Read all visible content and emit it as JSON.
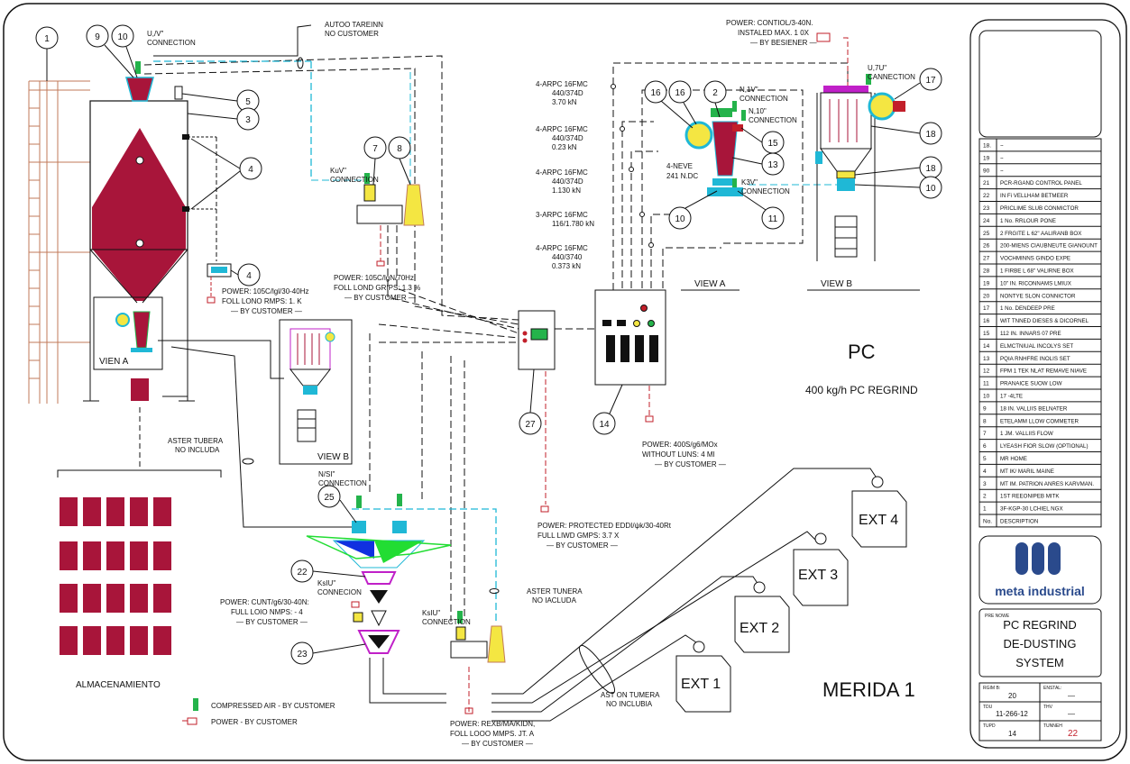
{
  "colors": {
    "silo": "#a8153a",
    "cyan": "#1fb8d6",
    "green": "#24b34b",
    "blue": "#1030e0",
    "lime": "#22dd33",
    "magenta": "#c020c8",
    "power_red": "#c21f2a",
    "yellow": "#f4e642",
    "ladder": "#c07a5a",
    "logo_blue": "#2a4a8c"
  },
  "callouts": {
    "c1": "1",
    "c9": "9",
    "c10a": "10",
    "c5": "5",
    "c3": "3",
    "c4a": "4",
    "c4b": "4",
    "c7": "7",
    "c8": "8",
    "c27": "27",
    "c25": "25",
    "c22": "22",
    "c23": "23",
    "c16a": "16",
    "c16b": "16",
    "c2": "2",
    "c15": "15",
    "c13": "13",
    "c10b": "10",
    "c11": "11",
    "c14": "14",
    "c17": "17",
    "c18a": "18",
    "c18b": "18",
    "c10c": "10"
  },
  "labels": {
    "conn_top": [
      "U,/V\"",
      "CONNECTION"
    ],
    "autoo": [
      "AUTOO TAREINN",
      "NO CUSTOMER"
    ],
    "power_top": [
      "POWER: CONTIOL/3-40N.",
      "INSTALED MAX. 1 0X",
      "— BY BESIENER —"
    ],
    "kuv": [
      "KuV\"",
      "CONNECTION"
    ],
    "power_silo": [
      "POWER: 105C/lgl/30-40Hz",
      "FOLL LONO RMPS: 1. K",
      "— BY CUSTOMER —"
    ],
    "power_7": [
      "POWER: 105C/lgN/70Hz",
      "FOLL LOND GRIPS: 1.3 %",
      "— BY CUSTOMER —"
    ],
    "viena_a": "VIEN A",
    "view_b_left": "VIEW B",
    "aster_tubera": [
      "ASTER TUBERA",
      "NO INCLUDA"
    ],
    "almacenamiento": "ALMACENAMIENTO",
    "nus_conn": [
      "N/SI\"",
      "CONNECTION"
    ],
    "ksiu_conn": [
      "KsIU\"",
      "CONNECION"
    ],
    "ksiu2_conn": [
      "KsIU\"",
      "CONNECTION"
    ],
    "power_22": [
      "POWER: CUNT/g6/30-40N:",
      "FULL LOIO NMPS: - 4",
      "— BY CUSTOMER —"
    ],
    "power_27": [
      "POWER: PROTECTED EDDI/ψk/30-40Rt",
      "FULL LIWD GMPS: 3.7 X",
      "— BY CUSTOMER —"
    ],
    "aster_tunera": [
      "ASTER TUNERA",
      "NO IACLUDA"
    ],
    "power_bottom": [
      "POWER: REXB/MA/KIDN,",
      "FOLL LOOO MMPS. JT. A",
      "— BY CUSTOMER —"
    ],
    "ast_tumera": [
      "AST ON TUMERA",
      "NO INCLUBIA"
    ],
    "legend_air": "COMPRESSED AIR - BY CUSTOMER",
    "legend_power": "POWER - BY CUSTOMER",
    "motor1": [
      "4-ARPC 16FMC",
      "440/374D",
      "3.70 kN"
    ],
    "motor2": [
      "4-ARPC 16FMC",
      "440/374D",
      "0.23 kN"
    ],
    "motor3": [
      "4-ARPC 16FMC",
      "440/374D",
      "1.130 kN"
    ],
    "motor4": [
      "3-ARPC 16FMC",
      "116/1.780 kN"
    ],
    "motor5": [
      "4-ARPC 16FMC",
      "440/3740",
      "0.373 kN"
    ],
    "neve": [
      "4-NEVE",
      "241 N.DC"
    ],
    "n1v": [
      "N,1V\"",
      "CONNECTION"
    ],
    "n10": [
      "N,10\"",
      "CONNECTION"
    ],
    "k3v": [
      "K3V\"",
      "CONNECTION"
    ],
    "u7u": [
      "U,7U\"",
      "CANNECTION"
    ],
    "power_14": [
      "POWER: 400S/g6/MOx",
      "WITHOUT LUNS: 4 MI",
      "— BY CUSTOMER —"
    ],
    "view_a": "VIEW A",
    "view_b": "VIEW B",
    "pc_big": "PC",
    "pc_sub": "400 kg/h PC REGRIND",
    "merida": "MERIDA 1",
    "ext1": "EXT 1",
    "ext2": "EXT 2",
    "ext3": "EXT 3",
    "ext4": "EXT 4"
  },
  "parts_table": [
    {
      "no": "18.",
      "desc": "~"
    },
    {
      "no": "19",
      "desc": "~"
    },
    {
      "no": "90",
      "desc": "~"
    },
    {
      "no": "21",
      "desc": "PCR-RGAND CONTROL PANEL"
    },
    {
      "no": "22",
      "desc": "IN Fi VELLHAM BETMEER"
    },
    {
      "no": "23",
      "desc": "PRICLIME SLUB CONMICTOR"
    },
    {
      "no": "24",
      "desc": "1 No. RRLOUR PONE"
    },
    {
      "no": "25",
      "desc": "2 FRGITE L 62\" AALIRANB BOX"
    },
    {
      "no": "26",
      "desc": "200-MIENS CIAUBNEUTE GIANOUNT"
    },
    {
      "no": "27",
      "desc": "VOCHMINNS GINDO EXPE"
    },
    {
      "no": "28",
      "desc": "1 FIRBE L 68\" VALIRNE BOX"
    },
    {
      "no": "19",
      "desc": "10\" IN. RICONNAMS LMIUX"
    },
    {
      "no": "20",
      "desc": "NONTYE SLON CONNICTOR"
    },
    {
      "no": "17",
      "desc": "1 No. DENDEEP PRE"
    },
    {
      "no": "16",
      "desc": "WIT TNNED DIESES & DICORNEL"
    },
    {
      "no": "15",
      "desc": "112 IN. INNARS 07 PRE"
    },
    {
      "no": "14",
      "desc": "ELMCTNIUAL INCOLYS SET"
    },
    {
      "no": "13",
      "desc": "PQIA RNHFRE INOLIS SET"
    },
    {
      "no": "12",
      "desc": "FPM 1 TEK NLAT REMAVE NIAVE"
    },
    {
      "no": "11",
      "desc": "PRANAICE SUOW LOW"
    },
    {
      "no": "10",
      "desc": "17 -4LTE"
    },
    {
      "no": "9",
      "desc": "18 IN. VALLIIS BELNATER"
    },
    {
      "no": "8",
      "desc": "ETELAMM LLOW COMMETER"
    },
    {
      "no": "7",
      "desc": "1 JM. VALLIIS FLOW"
    },
    {
      "no": "6",
      "desc": "LYEASH FIOR SLOW (OPTIONAL)"
    },
    {
      "no": "5",
      "desc": "MR HOME"
    },
    {
      "no": "4",
      "desc": "MT IK/ MARIL MAINE"
    },
    {
      "no": "3",
      "desc": "MT IM. PATRION ANRES KARVMAN."
    },
    {
      "no": "2",
      "desc": "1ST REEONIPEB MITK"
    },
    {
      "no": "1",
      "desc": "3F-KGP-30 LCHIEL NGX"
    },
    {
      "no": "No.",
      "desc": "DESCRIPTION"
    }
  ],
  "title_block": {
    "logo_text": "meta industrial",
    "project_label": "PRE NOWE",
    "project": [
      "PC REGRIND",
      "DE-DUSTING",
      "SYSTEM"
    ],
    "f1_label": "RGIM B:",
    "f1_value": "20",
    "f2_label": "ENSTAL:",
    "f2_value": "—",
    "f3_label": "TDU",
    "f3_value": "11-266-12",
    "f4_label": "THV",
    "f4_value": "—",
    "f5_label": "TUPD",
    "f5_value": "14",
    "f6_label": "TUNNEH",
    "f6_value": "22"
  }
}
